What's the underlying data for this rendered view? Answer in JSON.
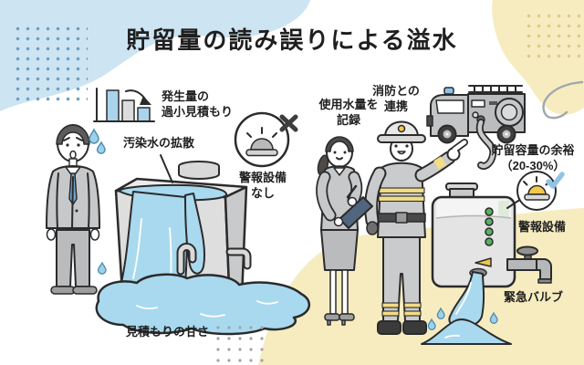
{
  "title": "貯留量の読み誤りによる溢水",
  "left_scene": {
    "labels": {
      "underestimate_line1": "発生量の",
      "underestimate_line2": "過小見積もり",
      "spread": "汚染水の拡散",
      "no_alarm_line1": "警報設備",
      "no_alarm_line2": "なし",
      "lax_estimate": "見積もりの甘さ"
    },
    "icons": [
      "declining-bar-chart-icon",
      "alarm-light-with-cross-icon",
      "worried-businessman",
      "overflowing-tank",
      "water-puddle"
    ]
  },
  "right_scene": {
    "labels": {
      "record_line1": "使用水量を",
      "record_line2": "記録",
      "fire_coop_line1": "消防との",
      "fire_coop_line2": "連携",
      "capacity_margin_line1": "貯留容量の余裕",
      "capacity_margin_line2": "（20-30%）",
      "alarm_equipment": "警報設備",
      "emergency_valve": "緊急バルブ"
    },
    "icons": [
      "fire-truck",
      "firefighter",
      "recording-woman",
      "storage-tank",
      "alarm-light-with-check-icon",
      "emergency-valve",
      "water-outflow"
    ]
  },
  "colors": {
    "background_blue": "#cde4f2",
    "background_yellow": "#f7ecc0",
    "water_blue": "#a9d9ef",
    "suit_gray": "#c6c8ca",
    "stripe_yellow": "#f3dd85",
    "alarm_yellow": "#f3c84e",
    "check_blue": "#8ec4e8",
    "indicator_green": "#56b25e",
    "clipboard_navy": "#51657e",
    "line_art": "#2b2b2b"
  }
}
